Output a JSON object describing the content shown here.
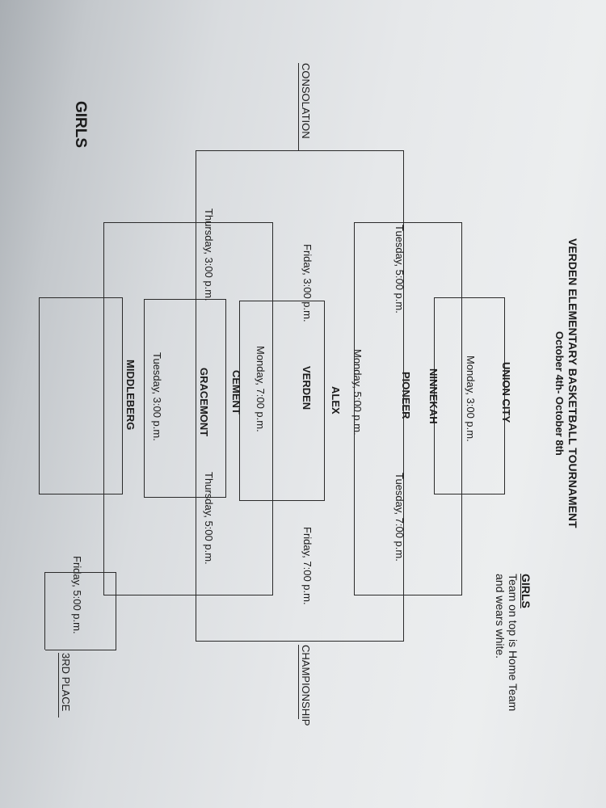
{
  "header": {
    "title": "VERDEN ELEMENTARY BASKETBALL TOURNAMENT",
    "dates": "October 4th- October 8th"
  },
  "note": {
    "heading": "GIRLS",
    "line1": "Team on top is Home Team",
    "line2": "and wears white."
  },
  "division_label": "GIRLS",
  "teams": {
    "union_city": "UNION CITY",
    "ninnekah": "NINNEKAH",
    "pioneer": "PIONEER",
    "verden": "VERDEN",
    "alex": "ALEX",
    "cement": "CEMENT",
    "gracemont": "GRACEMONT",
    "middleberg": "MIDDLEBERG"
  },
  "times": {
    "mon_3": "Monday, 3:00 p.m.",
    "mon_5": "Monday, 5:00 p.m.",
    "mon_7": "Monday, 7:00 p.m.",
    "tue_3": "Tuesday, 3:00 p.m.",
    "tue_5": "Tuesday, 5:00 p.m.",
    "tue_7": "Tuesday, 7:00 p.m.",
    "thu_3": "Thursday, 3:00 p.m.",
    "thu_5": "Thursday, 5:00 p.m.",
    "fri_3": "Friday, 3:00 p.m.",
    "fri_5": "Friday, 5:00 p.m.",
    "fri_7": "Friday, 7:00 p.m."
  },
  "labels": {
    "consolation": "CONSOLATION",
    "championship": "CHAMPIONSHIP",
    "third_place": "3RD PLACE"
  }
}
